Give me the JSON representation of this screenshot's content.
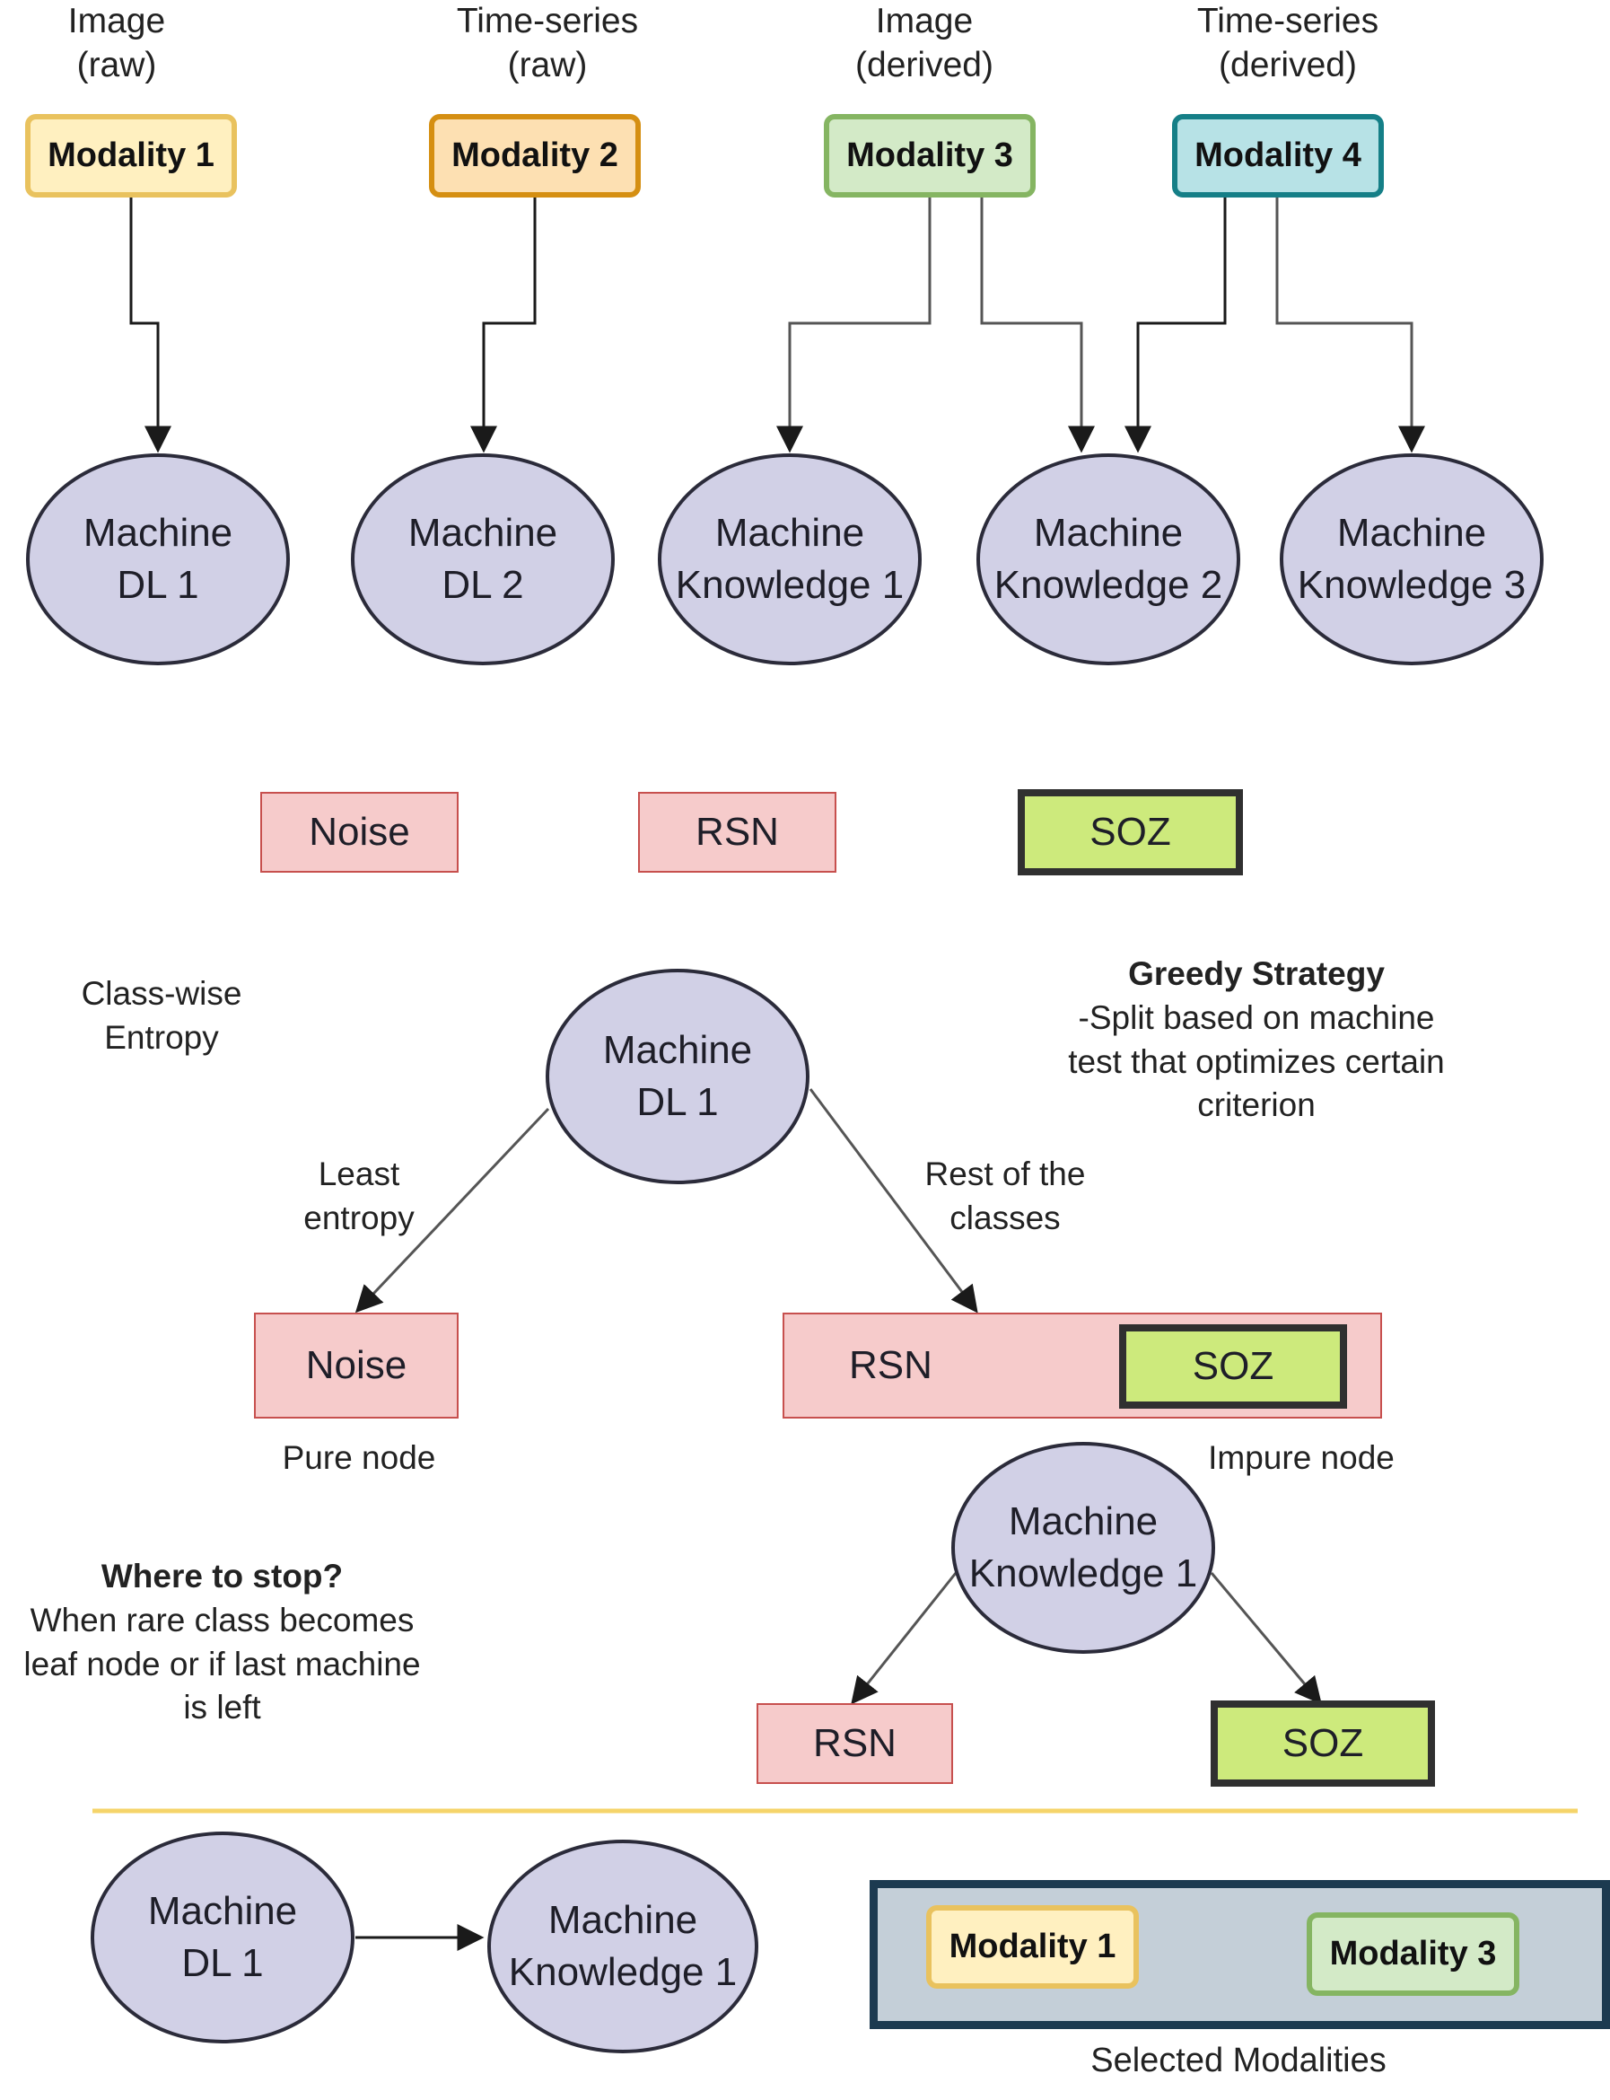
{
  "modalities": [
    {
      "type_label_line1": "Image",
      "type_label_line2": "(raw)",
      "name": "Modality 1",
      "fill": "#fff0c0",
      "stroke": "#e9c25e"
    },
    {
      "type_label_line1": "Time-series",
      "type_label_line2": "(raw)",
      "name": "Modality 2",
      "fill": "#fde0b2",
      "stroke": "#d58f12"
    },
    {
      "type_label_line1": "Image",
      "type_label_line2": "(derived)",
      "name": "Modality 3",
      "fill": "#d3eac7",
      "stroke": "#85b562"
    },
    {
      "type_label_line1": "Time-series",
      "type_label_line2": "(derived)",
      "name": "Modality 4",
      "fill": "#b7e2e6",
      "stroke": "#157f87"
    }
  ],
  "machines": [
    {
      "line1": "Machine",
      "line2": "DL 1"
    },
    {
      "line1": "Machine",
      "line2": "DL 2"
    },
    {
      "line1": "Machine",
      "line2": "Knowledge 1"
    },
    {
      "line1": "Machine",
      "line2": "Knowledge 2"
    },
    {
      "line1": "Machine",
      "line2": "Knowledge 3"
    }
  ],
  "classes": {
    "noise": "Noise",
    "rsn": "RSN",
    "soz": "SOZ"
  },
  "tree": {
    "entropy_label_line1": "Class-wise",
    "entropy_label_line2": "Entropy",
    "greedy_title": "Greedy Strategy",
    "greedy_line1": "-Split based on machine",
    "greedy_line2": "test that optimizes certain",
    "greedy_line3": "criterion",
    "root_line1": "Machine",
    "root_line2": "DL 1",
    "left_edge_line1": "Least",
    "left_edge_line2": "entropy",
    "right_edge_line1": "Rest of the",
    "right_edge_line2": "classes",
    "pure_node": "Pure node",
    "impure_node": "Impure node",
    "child_line1": "Machine",
    "child_line2": "Knowledge 1",
    "stop_title": "Where to stop?",
    "stop_line1": "When rare class becomes",
    "stop_line2": "leaf node or if last machine",
    "stop_line3": "is left"
  },
  "result": {
    "machine_a_line1": "Machine",
    "machine_a_line2": "DL 1",
    "machine_b_line1": "Machine",
    "machine_b_line2": "Knowledge 1",
    "selected_1": "Modality 1",
    "selected_2": "Modality 3",
    "caption": "Selected Modalities"
  },
  "colors": {
    "ellipse_fill": "#d1d0e6",
    "noise_rsn_fill": "#f6cbcb",
    "soz_fill": "#cdea7c",
    "divider": "#f5d46a",
    "selection_fill": "#c4cfd8",
    "selection_border": "#1c3a50"
  }
}
